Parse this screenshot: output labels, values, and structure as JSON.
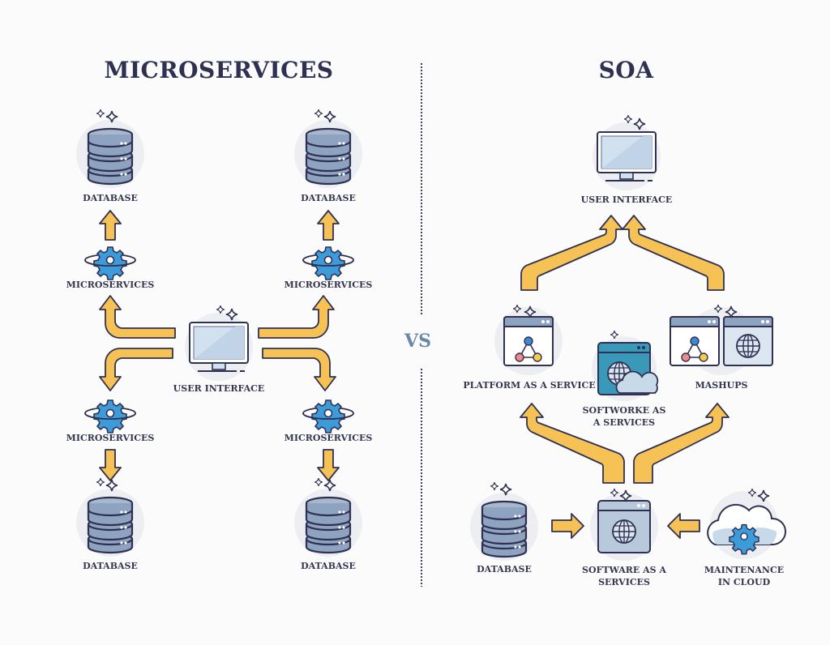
{
  "colors": {
    "ink": "#2f3152",
    "arrow_fill": "#f6c255",
    "db_fill": "#8ea3bf",
    "gear_fill": "#3d9bd9",
    "screen_fill": "#dbe6f1",
    "halo": "#eceef2",
    "vs_text": "#6a89a8",
    "node_red": "#ef8a86",
    "node_yellow": "#f3cc4a",
    "node_blue": "#3d89d4",
    "saas_teal": "#3a98b8"
  },
  "left": {
    "title": "MICROSERVICES",
    "center": {
      "label": "USER INTERFACE",
      "icon": "monitor-icon"
    },
    "nodes": [
      {
        "service_label": "MICROSERVICES",
        "database_label": "DATABASE",
        "position": "top-left"
      },
      {
        "service_label": "MICROSERVICES",
        "database_label": "DATABASE",
        "position": "top-right"
      },
      {
        "service_label": "MICROSERVICES",
        "database_label": "DATABASE",
        "position": "bottom-left"
      },
      {
        "service_label": "MICROSERVICES",
        "database_label": "DATABASE",
        "position": "bottom-right"
      }
    ]
  },
  "divider": {
    "label": "VS"
  },
  "right": {
    "title": "SOA",
    "user_interface": {
      "label": "USER INTERFACE",
      "icon": "monitor-icon"
    },
    "paas": {
      "label": "PLATFORM AS A SERVICE",
      "icon": "network-window-icon"
    },
    "saas_middle": {
      "label_line1": "SOFTWORKE AS",
      "label_line2": "A SERVICES",
      "icon": "cloud-globe-window-icon"
    },
    "mashups": {
      "label": "MASHUPS",
      "icon": "network-and-globe-windows-icon"
    },
    "database": {
      "label": "DATABASE",
      "icon": "database-icon"
    },
    "saas_bottom": {
      "label_line1": "SOFTWARE AS A",
      "label_line2": "SERVICES",
      "icon": "globe-window-icon"
    },
    "maintenance": {
      "label_line1": "MAINTENANCE",
      "label_line2": "IN CLOUD",
      "icon": "cloud-gear-icon"
    }
  }
}
